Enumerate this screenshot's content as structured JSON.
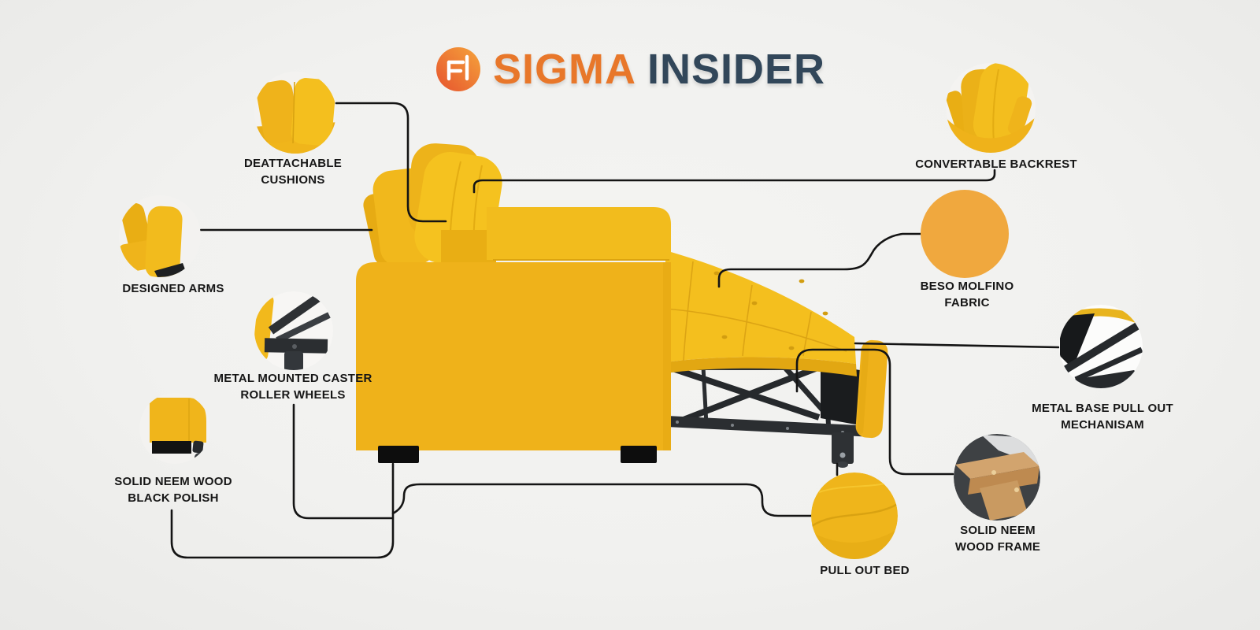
{
  "header": {
    "brand": "SIGMA",
    "suffix": "INSIDER",
    "logo_icon": "chair-logo-icon"
  },
  "features": {
    "deattachable": {
      "line1": "DEATTACHABLE",
      "line2": "CUSHIONS"
    },
    "designed_arms": {
      "line1": "DESIGNED ARMS"
    },
    "caster_wheels": {
      "line1": "METAL MOUNTED CASTER",
      "line2": "ROLLER WHEELS"
    },
    "black_polish": {
      "line1": "SOLID NEEM WOOD",
      "line2": "BLACK POLISH"
    },
    "backrest": {
      "line1": "CONVERTABLE BACKREST"
    },
    "fabric": {
      "line1": "BESO MOLFINO",
      "line2": "FABRIC"
    },
    "pull_out_mechanism": {
      "line1": "METAL BASE PULL OUT",
      "line2": "MECHANISAM"
    },
    "wood_frame": {
      "line1": "SOLID NEEM",
      "line2": "WOOD FRAME"
    },
    "pull_out_bed": {
      "line1": "PULL OUT BED"
    }
  },
  "colors": {
    "background": "#F1F1EF",
    "sofa_yellow": "#EFB21A",
    "sofa_yellow_light": "#F4C022",
    "sofa_yellow_dark": "#E2A712",
    "fabric_swatch": "#F0A83E",
    "brand_orange": "#E8772A",
    "suffix_slate": "#32475A",
    "connector_line": "#141414",
    "metal_dark": "#2A2D30",
    "wood_tan": "#C99A61"
  }
}
